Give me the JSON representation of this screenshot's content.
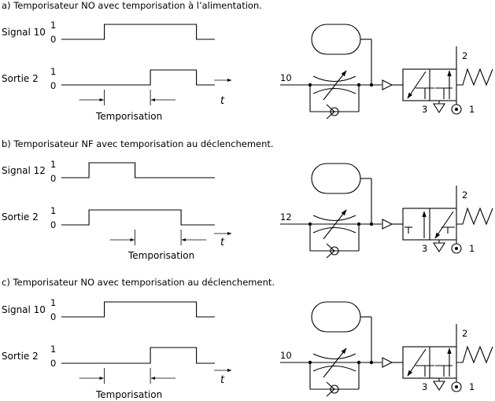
{
  "sections": [
    {
      "title": "a) Temporisateur NO avec temporisation à l’alimentation.",
      "signal_label": "Signal 10",
      "output_label": "Sortie 2",
      "level_high": "1",
      "level_low": "0",
      "delay_label": "Temporisation",
      "time_label": "t",
      "input_port": "10",
      "valve_ports": {
        "out": "2",
        "exhaust": "3",
        "supply": "1"
      },
      "normally": "NO",
      "signal": {
        "rise": 0.28,
        "fall": 0.88
      },
      "output": {
        "rise": 0.58,
        "fall": 0.88
      },
      "delay_span": [
        0.28,
        0.58
      ]
    },
    {
      "title": "b) Temporisateur NF avec temporisation au déclenchement.",
      "signal_label": "Signal 12",
      "output_label": "Sortie 2",
      "level_high": "1",
      "level_low": "0",
      "delay_label": "Temporisation",
      "time_label": "t",
      "input_port": "12",
      "valve_ports": {
        "out": "2",
        "exhaust": "3",
        "supply": "1"
      },
      "normally": "NF",
      "signal": {
        "rise": 0.18,
        "fall": 0.48
      },
      "output": {
        "rise": 0.18,
        "fall": 0.78
      },
      "delay_span": [
        0.48,
        0.78
      ]
    },
    {
      "title": "c) Temporisateur NO avec temporisation au déclenchement.",
      "signal_label": "Signal 10",
      "output_label": "Sortie 2",
      "level_high": "1",
      "level_low": "0",
      "delay_label": "Temporisation",
      "time_label": "t",
      "input_port": "10",
      "valve_ports": {
        "out": "2",
        "exhaust": "3",
        "supply": "1"
      },
      "normally": "NO",
      "signal": {
        "rise": 0.28,
        "fall": 0.88
      },
      "output": {
        "rise": 0.58,
        "fall": 0.88
      },
      "delay_span": [
        0.28,
        0.58
      ]
    }
  ]
}
